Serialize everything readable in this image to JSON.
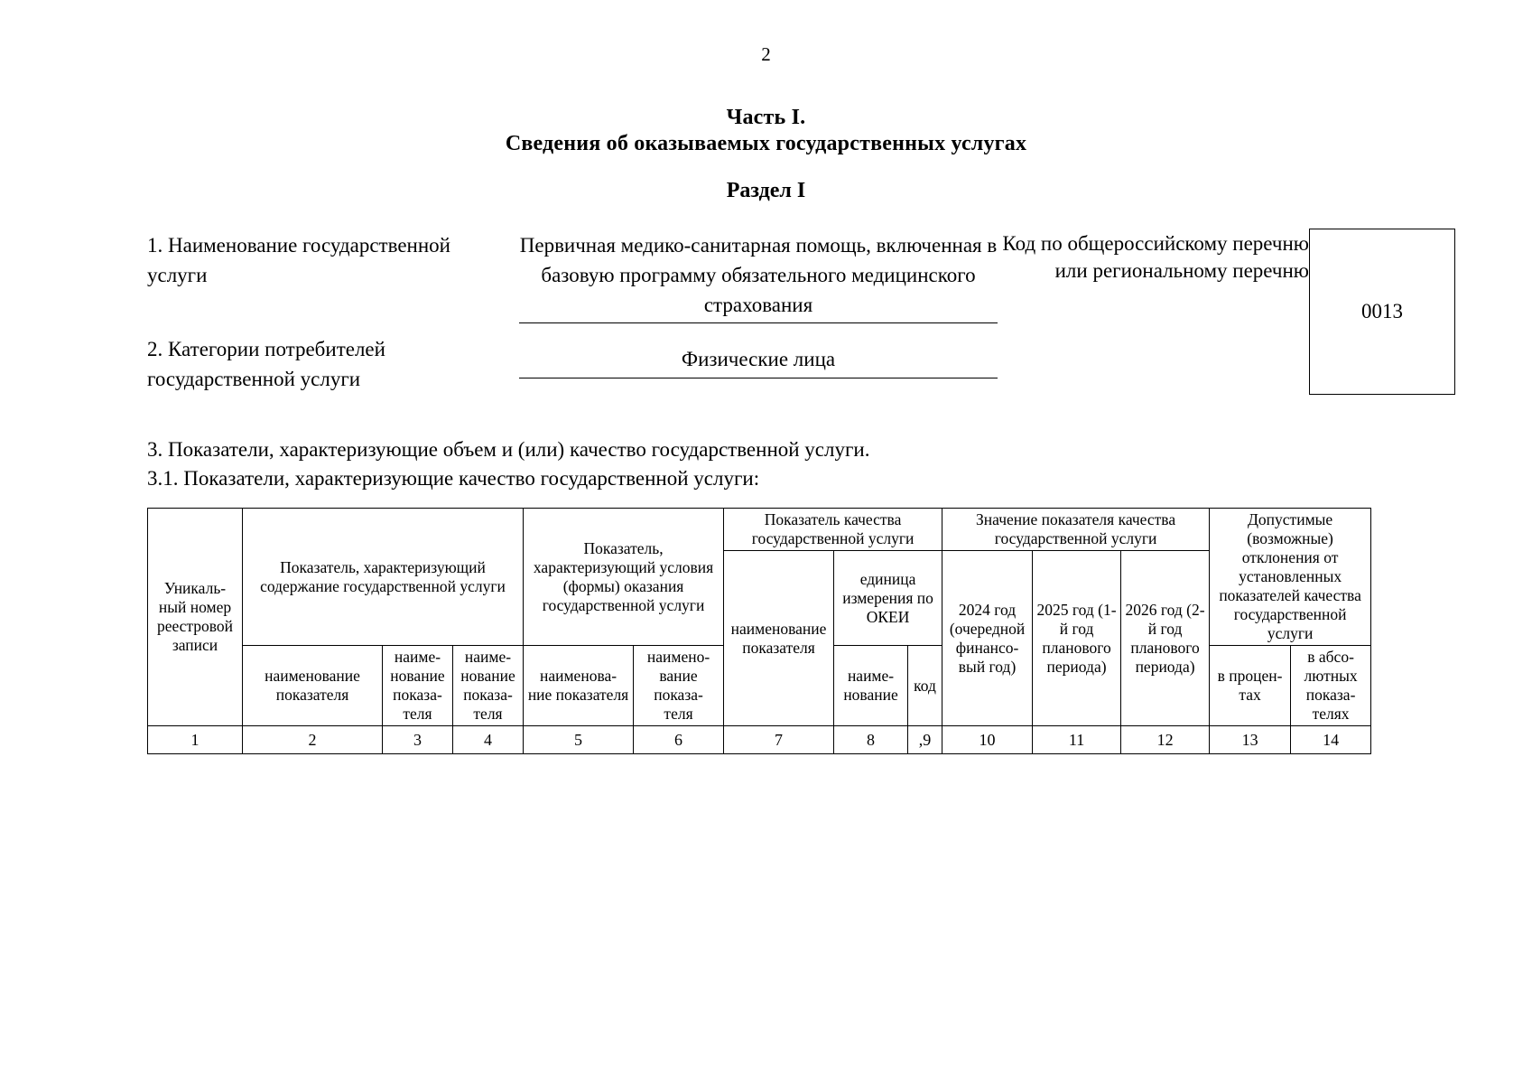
{
  "page": {
    "number": "2"
  },
  "headings": {
    "part": "Часть I.",
    "part_subtitle": "Сведения об оказываемых государственных услугах",
    "section": "Раздел I"
  },
  "fields": {
    "service_name_label": "1. Наименование государственной услуги",
    "service_name_value": "Первичная медико-санитарная помощь, включенная в базовую программу обязательного медицинского страхования",
    "consumer_label": "2. Категории потребителей государственной услуги",
    "consumer_value": "Физические лица",
    "code_caption": "Код по общероссийскому перечню или региональному перечню",
    "code_value": "0013"
  },
  "paragraphs": {
    "item3": "3. Показатели, характеризующие объем и (или) качество государственной услуги.",
    "item3_1": "3.1. Показатели, характеризующие качество государственной услуги:"
  },
  "table": {
    "group_headers": {
      "unique_number": "Уникаль-ный номер реестровой записи",
      "content_indicator": "Показатель, характеризующий содержание государственной услуги",
      "conditions_indicator": "Показатель, характеризующий условия (формы) оказания государственной услуги",
      "quality_indicator": "Показатель качества государственной услуги",
      "quality_value": "Значение показателя качества государственной услуги",
      "allowed_deviations": "Допустимые (возможные) отклонения от установленных показателей качества государственной услуги"
    },
    "sub_headers": {
      "content_1": "наименование показателя",
      "content_2": "наиме-нование показа-теля",
      "content_3": "наиме-нование показа-теля",
      "conditions_1": "наименова-ние показателя",
      "conditions_2": "наимено-вание показа-теля",
      "quality_name": "наименование показателя",
      "unit_group": "единица измерения по ОКЕИ",
      "unit_name": "наиме-нование",
      "unit_code": "код",
      "year_2024": "2024 год (очередной финансо-вый год)",
      "year_2025": "2025 год (1-й год планового периода)",
      "year_2026": "2026 год (2-й год планового периода)",
      "dev_percent": "в процен-тах",
      "dev_absolute": "в абсо-лютных показа-телях"
    },
    "column_numbers": [
      "1",
      "2",
      "3",
      "4",
      "5",
      "6",
      "7",
      "8",
      ",9",
      "10",
      "11",
      "12",
      "13",
      "14"
    ]
  }
}
